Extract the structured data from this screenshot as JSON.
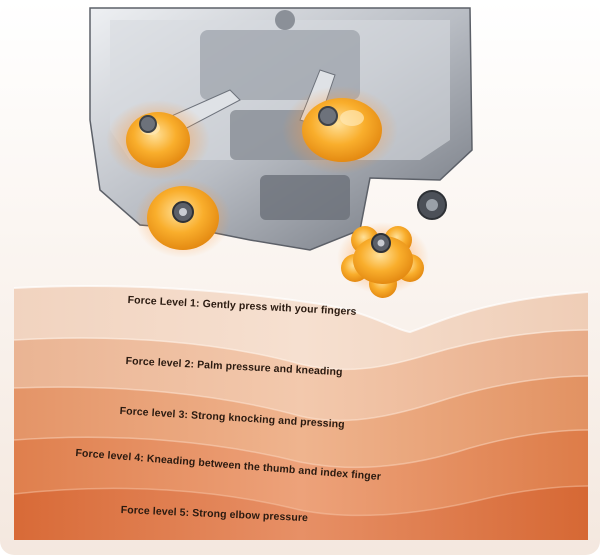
{
  "image": {
    "subject": "massage-mechanism-with-rollers-over-skin-layers",
    "colors": {
      "roller": "#f7a623",
      "roller_highlight": "#ffd27a",
      "glow": "#ff8a2a",
      "metal": "#c9ccd2",
      "metal_dark": "#5c6068",
      "skin_light": "#f4d7c2",
      "skin_mid": "#e8a07a",
      "skin_deep": "#d2693d"
    }
  },
  "levels": [
    {
      "label": "Force Level 1: Gently press with your fingers"
    },
    {
      "label": "Force level 2: Palm pressure and kneading"
    },
    {
      "label": "Force level 3: Strong knocking and pressing"
    },
    {
      "label": "Force level 4: Kneading between the thumb and index finger"
    },
    {
      "label": "Force level 5: Strong elbow pressure"
    }
  ]
}
